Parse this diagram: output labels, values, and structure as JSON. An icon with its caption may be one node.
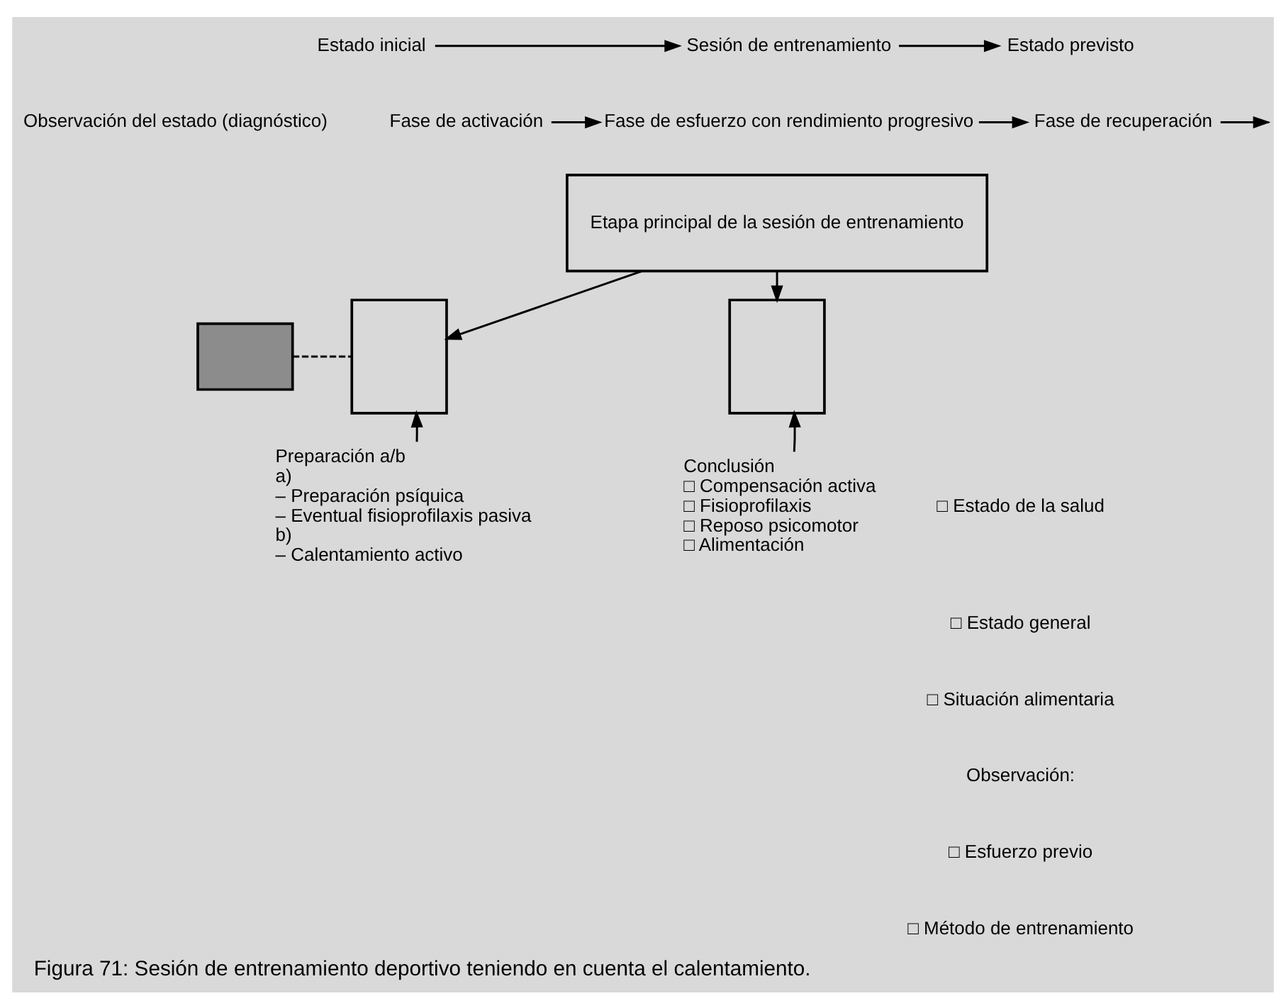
{
  "diagram": {
    "caption": "Figura 71: Sesión de entrenamiento deportivo teniendo en cuenta el calentamiento.",
    "nodes": [
      {
        "text": [
          "Estado inicial"
        ]
      },
      {
        "text": [
          "Sesión de entrenamiento"
        ]
      },
      {
        "text": [
          "Estado previsto"
        ]
      },
      {
        "text": [
          "Observación del estado (diagnóstico)"
        ]
      },
      {
        "text": [
          "Fase de activación"
        ]
      },
      {
        "text": [
          "Fase de esfuerzo con rendimiento progresivo"
        ]
      },
      {
        "text": [
          "Fase de recuperación"
        ]
      },
      {
        "text": [],
        "shape": "box"
      },
      {
        "text": [],
        "shape": "box"
      },
      {
        "text": [
          "Etapa principal de la sesión de entrenamiento"
        ]
      },
      {
        "text": [],
        "shape": "box"
      },
      {
        "text": [
          "Preparación a/b",
          "a)",
          "– Preparación psíquica",
          "– Eventual fisioprofilaxis pasiva",
          "b)",
          "– Calentamiento activo"
        ]
      },
      {
        "text": [
          "Conclusión",
          "□ Compensación activa",
          "□ Fisioprofilaxis",
          "□ Reposo psicomotor",
          "□ Alimentación"
        ]
      }
    ],
    "edges": [
      {
        "from": 0,
        "to": 1,
        "arrow": "to"
      },
      {
        "from": 1,
        "to": 2,
        "arrow": "to"
      },
      {
        "from": 4,
        "to": 5,
        "arrow": "to"
      },
      {
        "from": 5,
        "to": 6,
        "arrow": "to"
      },
      {
        "from": 6,
        "to": null,
        "arrow": "to"
      },
      {
        "from": 7,
        "to": 8,
        "arrow": "none",
        "style": "dashed"
      },
      {
        "from": 9,
        "to": 8,
        "arrow": "to"
      },
      {
        "from": 9,
        "to": 10,
        "arrow": "to"
      },
      {
        "from": 11,
        "to": 8,
        "arrow": "to"
      },
      {
        "from": 12,
        "to": 10,
        "arrow": "to"
      }
    ],
    "labels": [
      "□ Estado de la salud",
      "□ Estado general",
      "□ Situación alimentaria",
      "Observación:",
      "□ Esfuerzo previo",
      "□ Método de entrenamiento"
    ]
  }
}
